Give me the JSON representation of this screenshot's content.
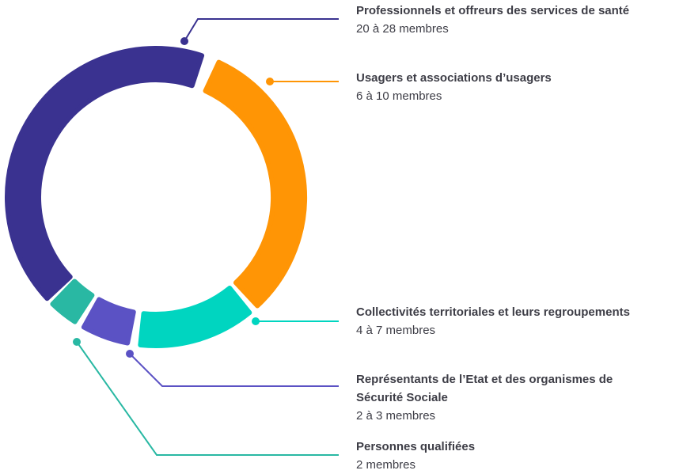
{
  "chart_data": {
    "type": "donut",
    "series": [
      {
        "name": "Professionnels et offreurs des services de santé",
        "label": "20 à 28 membres",
        "values": [
          20,
          28
        ],
        "color": "#3a3290"
      },
      {
        "name": "Usagers et associations d’usagers",
        "label": "6 à 10 membres",
        "values": [
          6,
          10
        ],
        "color": "#ff9505"
      },
      {
        "name": "Collectivités territoriales et leurs regroupements",
        "label": "4 à 7 membres",
        "values": [
          4,
          7
        ],
        "color": "#00d5c0"
      },
      {
        "name": "Représentants de l’Etat et des organismes de Sécurité Sociale",
        "label": "2 à 3 membres",
        "values": [
          2,
          3
        ],
        "color": "#5b52c4"
      },
      {
        "name": "Personnes qualifiées",
        "label": "2 membres",
        "values": [
          2
        ],
        "color": "#29b8a3"
      }
    ],
    "legend": "right"
  }
}
